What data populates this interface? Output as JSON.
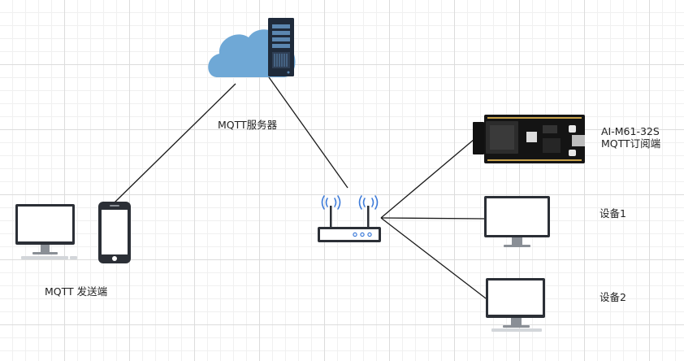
{
  "labels": {
    "server": "MQTT服务器",
    "sender": "MQTT 发送端",
    "board_model": "AI-M61-32S",
    "board_role": "MQTT订阅端",
    "device1": "设备1",
    "device2": "设备2"
  },
  "colors": {
    "line": "#1a1a1a",
    "cloud": "#6fa8d6",
    "server_body": "#1f2a3a",
    "server_slot": "#5b86b0",
    "screen_frame": "#2b2f36",
    "board": "#111111",
    "wifi": "#3d7bd9"
  }
}
